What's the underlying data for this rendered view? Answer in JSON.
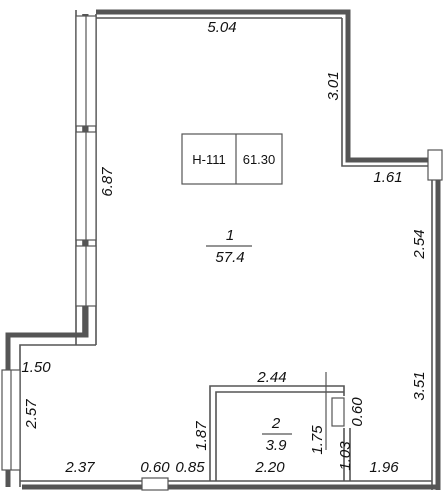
{
  "apartment": {
    "number": "Н-111",
    "total_area": "61.30"
  },
  "rooms": [
    {
      "id": "1",
      "label": "1",
      "area": "57.4"
    },
    {
      "id": "2",
      "label": "2",
      "area": "3.9"
    }
  ],
  "dimensions": {
    "top": "5.04",
    "right_upper": "3.01",
    "step": "1.61",
    "right_mid": "2.54",
    "right_lower": "3.51",
    "left_wall": "6.87",
    "left_step": "1.50",
    "left_low": "2.57",
    "bottom_left": "2.37",
    "bottom_gap": "0.60",
    "bottom_mid": "0.85",
    "bath_bottom": "2.20",
    "bath_top": "2.44",
    "bath_left": "1.87",
    "bath_inner": "1.75",
    "bath_right_small": "1.03",
    "bath_right_door": "0.60",
    "bottom_right": "1.96"
  }
}
